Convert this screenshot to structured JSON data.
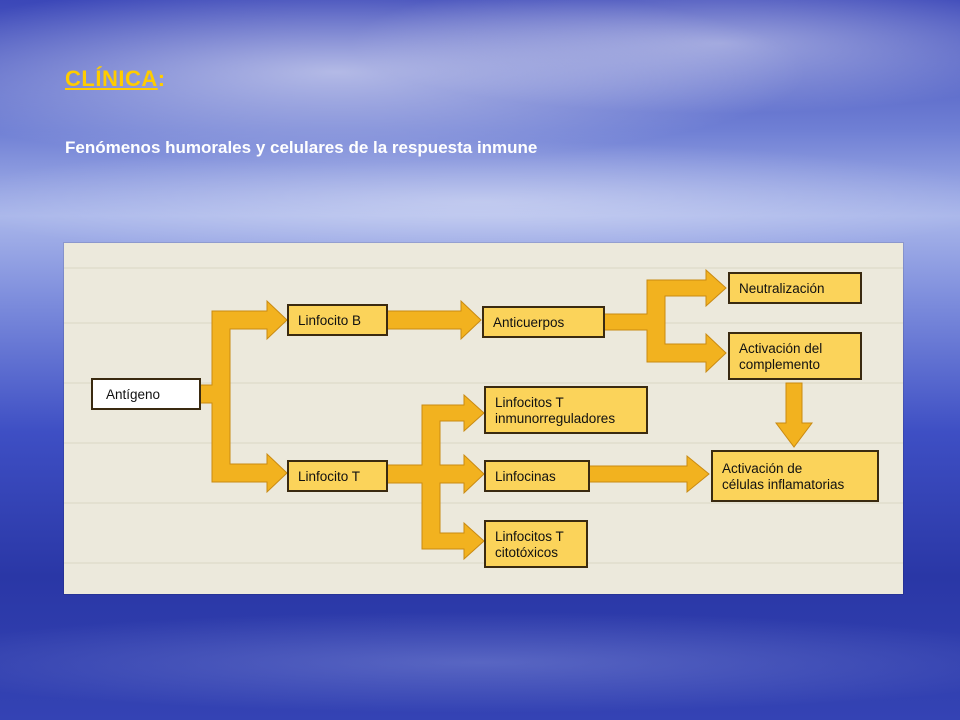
{
  "slide": {
    "title": "CLÍNICA",
    "title_suffix": ":",
    "subtitle": "Fenómenos humorales y celulares de la respuesta inmune"
  },
  "colors": {
    "title": "#ffcc00",
    "arrow_fill": "#f2b21f",
    "node_fill": "#fbd35a",
    "node_stroke": "#3a2a10",
    "figure_bg": "#ece9dc"
  },
  "diagram": {
    "nodes": {
      "antigeno": [
        "Antígeno"
      ],
      "linfocito_b": [
        "Linfocito B"
      ],
      "linfocito_t": [
        "Linfocito T"
      ],
      "anticuerpos": [
        "Anticuerpos"
      ],
      "neutralizacion": [
        "Neutralización"
      ],
      "complemento": [
        "Activación del",
        "complemento"
      ],
      "t_inmunorreguladores": [
        "Linfocitos T",
        "inmunorreguladores"
      ],
      "linfocinas": [
        "Linfocinas"
      ],
      "t_citotoxicos": [
        "Linfocitos T",
        "citotóxicos"
      ],
      "celulas_inflamatorias": [
        "Activación de",
        "células inflamatorias"
      ]
    }
  }
}
